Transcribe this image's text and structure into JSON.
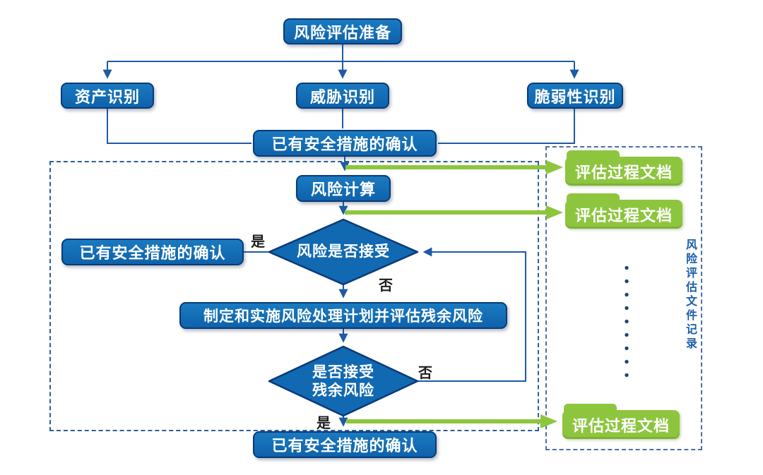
{
  "diagram": {
    "title_hint": "风险评估流程图",
    "nodes": {
      "prepare": "风险评估准备",
      "asset": "资产识别",
      "threat": "威胁识别",
      "vulnerability": "脆弱性识别",
      "confirm_top": "已有安全措施的确认",
      "risk_calc": "风险计算",
      "decision_accept": "风险是否接受",
      "confirm_left": "已有安全措施的确认",
      "treatment": "制定和实施风险处理计划并评估残余风险",
      "decision_residual_l1": "是否接受",
      "decision_residual_l2": "残余风险",
      "confirm_bottom": "已有安全措施的确认"
    },
    "branches": {
      "accept_yes": "是",
      "accept_no": "否",
      "residual_no": "否",
      "residual_yes": "是"
    },
    "documents": {
      "folders": [
        {
          "label": "评估过程文档"
        },
        {
          "label": "评估过程文档"
        },
        {
          "label": "评估过程文档"
        }
      ],
      "side_title": "风险评估文件记录"
    },
    "colors": {
      "node_fill": "#1070b7",
      "node_border": "#0a3a78",
      "connector_blue": "#1e5aa5",
      "folder_green": "#8dc63e",
      "dashed_border": "#2e5d9c",
      "side_text": "#1b5fa9"
    }
  }
}
